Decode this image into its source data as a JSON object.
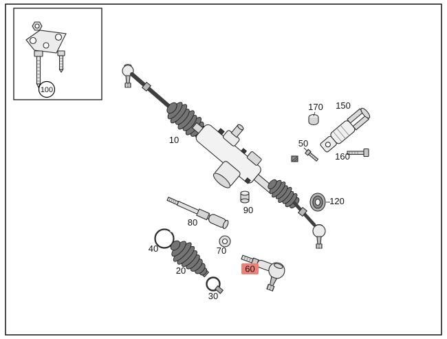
{
  "figure": {
    "type": "exploded-parts-diagram",
    "subject": "steering-gear-assembly"
  },
  "colors": {
    "frame": "#000000",
    "background": "#ffffff",
    "line": "#2a2a2a",
    "label_text": "#111111",
    "highlight_bg": "#ee8177",
    "highlight_text": "#8c1005"
  },
  "labels": {
    "p100": "100",
    "p10": "10",
    "p170": "170",
    "p150": "150",
    "p50": "50",
    "p160": "160",
    "p120": "120",
    "p90": "90",
    "p80": "80",
    "p40": "40",
    "p70": "70",
    "p20": "20",
    "p30": "30",
    "p60": "60"
  },
  "highlighted_part": "60"
}
